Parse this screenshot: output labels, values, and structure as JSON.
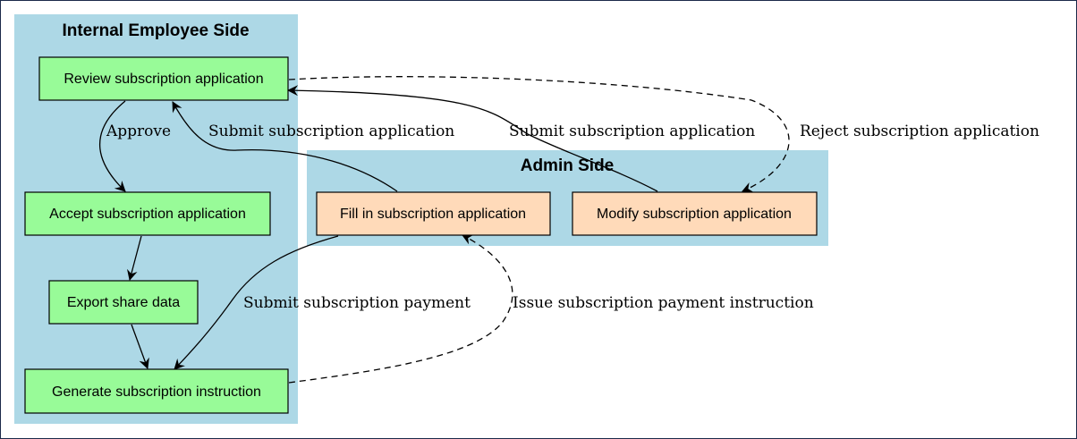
{
  "clusters": {
    "employee": {
      "title": "Internal Employee Side",
      "fill": "#add8e6"
    },
    "admin": {
      "title": "Admin Side",
      "fill": "#add8e6"
    }
  },
  "nodes": {
    "review": {
      "label": "Review subscription application",
      "fill": "#98fb98"
    },
    "accept": {
      "label": "Accept subscription application",
      "fill": "#98fb98"
    },
    "export": {
      "label": "Export share data",
      "fill": "#98fb98"
    },
    "generate": {
      "label": "Generate subscription instruction",
      "fill": "#98fb98"
    },
    "fill_in": {
      "label": "Fill in subscription application",
      "fill": "#ffdab9"
    },
    "modify": {
      "label": "Modify subscription application",
      "fill": "#ffdab9"
    }
  },
  "edges": {
    "approve": "Approve",
    "submit_app_1": "Submit subscription application",
    "submit_app_2": "Submit subscription application",
    "reject": "Reject subscription application",
    "submit_payment": "Submit subscription payment",
    "issue_payment": "Issue subscription payment instruction"
  }
}
